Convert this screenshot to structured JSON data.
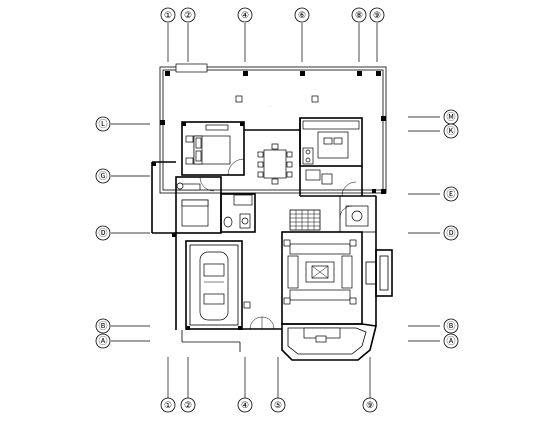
{
  "axes": {
    "top": [
      "①",
      "②",
      "④",
      "⑥",
      "⑧",
      "⑨"
    ],
    "bottom": [
      "①",
      "②",
      "④",
      "⑤",
      "⑨"
    ],
    "left": [
      "Ⓛ",
      "Ⓖ",
      "Ⓓ",
      "Ⓑ",
      "Ⓐ"
    ],
    "right": [
      "Ⓜ",
      "Ⓚ",
      "Ⓔ",
      "Ⓓ",
      "Ⓑ",
      "Ⓐ"
    ]
  },
  "colors": {
    "ink": "#000000",
    "background": "#ffffff"
  }
}
